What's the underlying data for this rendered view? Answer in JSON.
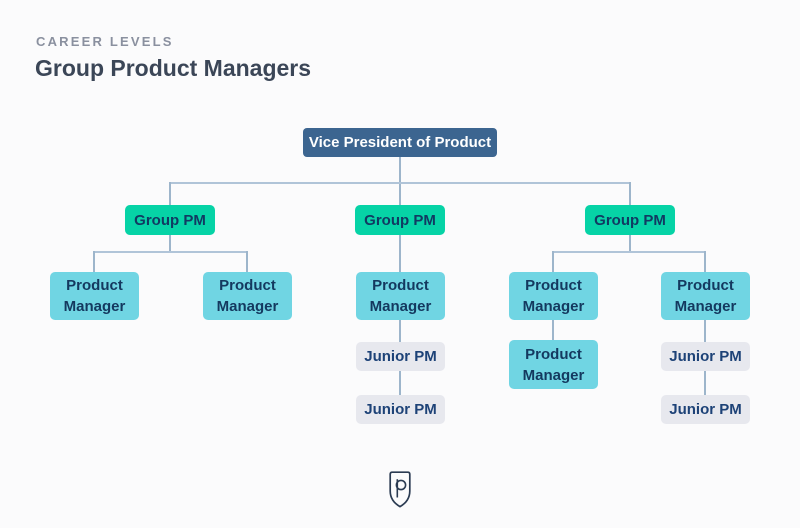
{
  "header": {
    "eyebrow": "CAREER LEVELS",
    "title": "Group Product Managers"
  },
  "org_chart": {
    "nodes": [
      {
        "id": "vp",
        "label": "Vice President of Product",
        "role_level": "vp",
        "reports_to": null
      },
      {
        "id": "gpm-1",
        "label": "Group PM",
        "role_level": "group-pm",
        "reports_to": "vp"
      },
      {
        "id": "gpm-2",
        "label": "Group PM",
        "role_level": "group-pm",
        "reports_to": "vp"
      },
      {
        "id": "gpm-3",
        "label": "Group PM",
        "role_level": "group-pm",
        "reports_to": "vp"
      },
      {
        "id": "pm-1",
        "label": "Product Manager",
        "role_level": "pm",
        "reports_to": "gpm-1"
      },
      {
        "id": "pm-2",
        "label": "Product Manager",
        "role_level": "pm",
        "reports_to": "gpm-1"
      },
      {
        "id": "pm-3",
        "label": "Product Manager",
        "role_level": "pm",
        "reports_to": "gpm-2"
      },
      {
        "id": "pm-4",
        "label": "Product Manager",
        "role_level": "pm",
        "reports_to": "gpm-3"
      },
      {
        "id": "pm-5",
        "label": "Product Manager",
        "role_level": "pm",
        "reports_to": "gpm-3"
      },
      {
        "id": "pm-6",
        "label": "Product Manager",
        "role_level": "pm",
        "reports_to": "pm-4"
      },
      {
        "id": "jpm-1",
        "label": "Junior PM",
        "role_level": "junior-pm",
        "reports_to": "pm-3"
      },
      {
        "id": "jpm-2",
        "label": "Junior PM",
        "role_level": "junior-pm",
        "reports_to": "jpm-1"
      },
      {
        "id": "jpm-3",
        "label": "Junior PM",
        "role_level": "junior-pm",
        "reports_to": "pm-5"
      },
      {
        "id": "jpm-4",
        "label": "Junior PM",
        "role_level": "junior-pm",
        "reports_to": "jpm-3"
      }
    ]
  },
  "colors": {
    "background": "#fbfbfc",
    "vp_box": "#3c6590",
    "vp_text": "#ffffff",
    "group_pm_box": "#06d3a6",
    "product_manager_box": "#70d5e3",
    "junior_pm_box": "#e7e8ee",
    "box_text_dark": "#14395f",
    "junior_pm_text": "#1d4277",
    "connector_line": "#a6bcd2",
    "title_text": "#3b4657",
    "eyebrow_text": "#8a909f",
    "logo_stroke": "#2b3b52"
  },
  "logo": {
    "icon": "shield-p-logo"
  }
}
